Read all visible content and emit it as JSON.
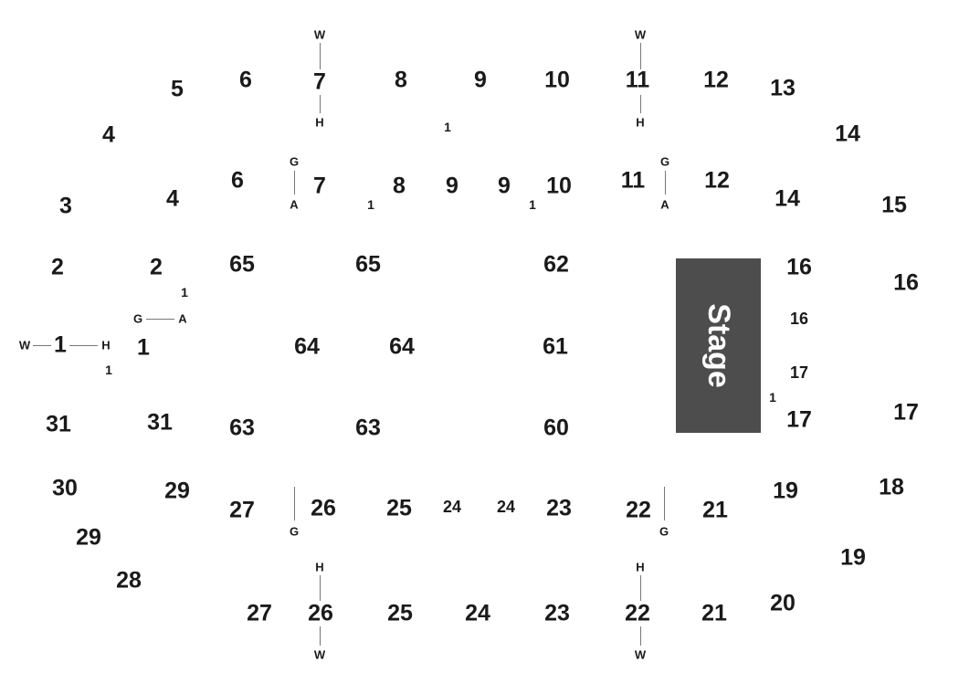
{
  "stage": {
    "label": "Stage",
    "color": "#4d4d4d"
  },
  "sections": {
    "upper_top": [
      "5",
      "6",
      "7",
      "8",
      "9",
      "10",
      "11",
      "12",
      "13"
    ],
    "upper_left": [
      "4",
      "3",
      "2",
      "1",
      "31",
      "30",
      "29",
      "28"
    ],
    "upper_right": [
      "14",
      "15",
      "16",
      "17",
      "18",
      "19",
      "20"
    ],
    "upper_bottom": [
      "27",
      "26",
      "25",
      "24",
      "23",
      "22",
      "21"
    ],
    "lower_top": [
      "6",
      "7",
      "8",
      "9",
      "9",
      "10",
      "11",
      "12",
      "14"
    ],
    "lower_left": [
      "4",
      "2",
      "1",
      "31",
      "29"
    ],
    "lower_right": [
      "16",
      "16",
      "17",
      "17",
      "19"
    ],
    "lower_bottom": [
      "27",
      "26",
      "25",
      "24",
      "24",
      "23",
      "22",
      "21"
    ],
    "floor": [
      "65",
      "65",
      "62",
      "64",
      "64",
      "61",
      "63",
      "63",
      "60"
    ]
  },
  "markers": {
    "one": "1",
    "W": "W",
    "H": "H",
    "G": "G",
    "A": "A"
  }
}
